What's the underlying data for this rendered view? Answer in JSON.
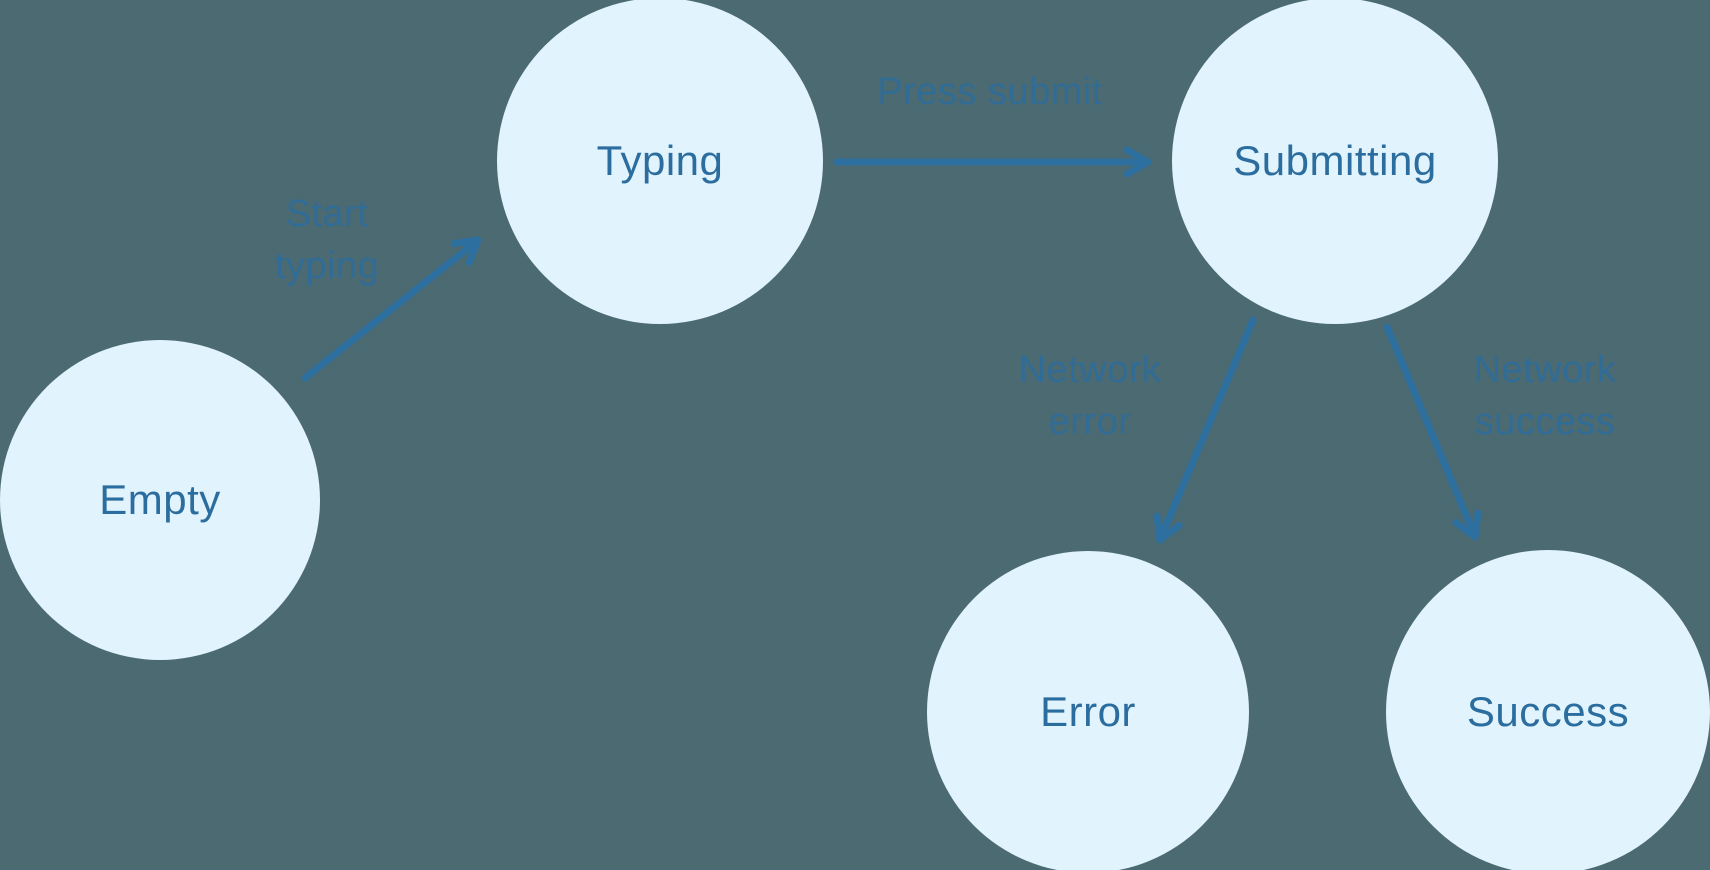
{
  "diagram": {
    "type": "state-machine",
    "states": [
      {
        "id": "empty",
        "label": "Empty"
      },
      {
        "id": "typing",
        "label": "Typing"
      },
      {
        "id": "submitting",
        "label": "Submitting"
      },
      {
        "id": "error",
        "label": "Error"
      },
      {
        "id": "success",
        "label": "Success"
      }
    ],
    "transitions": [
      {
        "from": "Empty",
        "to": "Typing",
        "label": "Start typing",
        "label_display": "Start\ntyping"
      },
      {
        "from": "Typing",
        "to": "Submitting",
        "label": "Press submit",
        "label_display": "Press submit"
      },
      {
        "from": "Submitting",
        "to": "Error",
        "label": "Network error",
        "label_display": "Network\nerror"
      },
      {
        "from": "Submitting",
        "to": "Success",
        "label": "Network success",
        "label_display": "Network\nsuccess"
      }
    ],
    "colors": {
      "background": "#4b6a72",
      "node_fill": "#e1f3fd",
      "node_text": "#2b6d9e",
      "arrow": "#2d6f9f",
      "edge_label_text": "#2b6d9e"
    }
  }
}
